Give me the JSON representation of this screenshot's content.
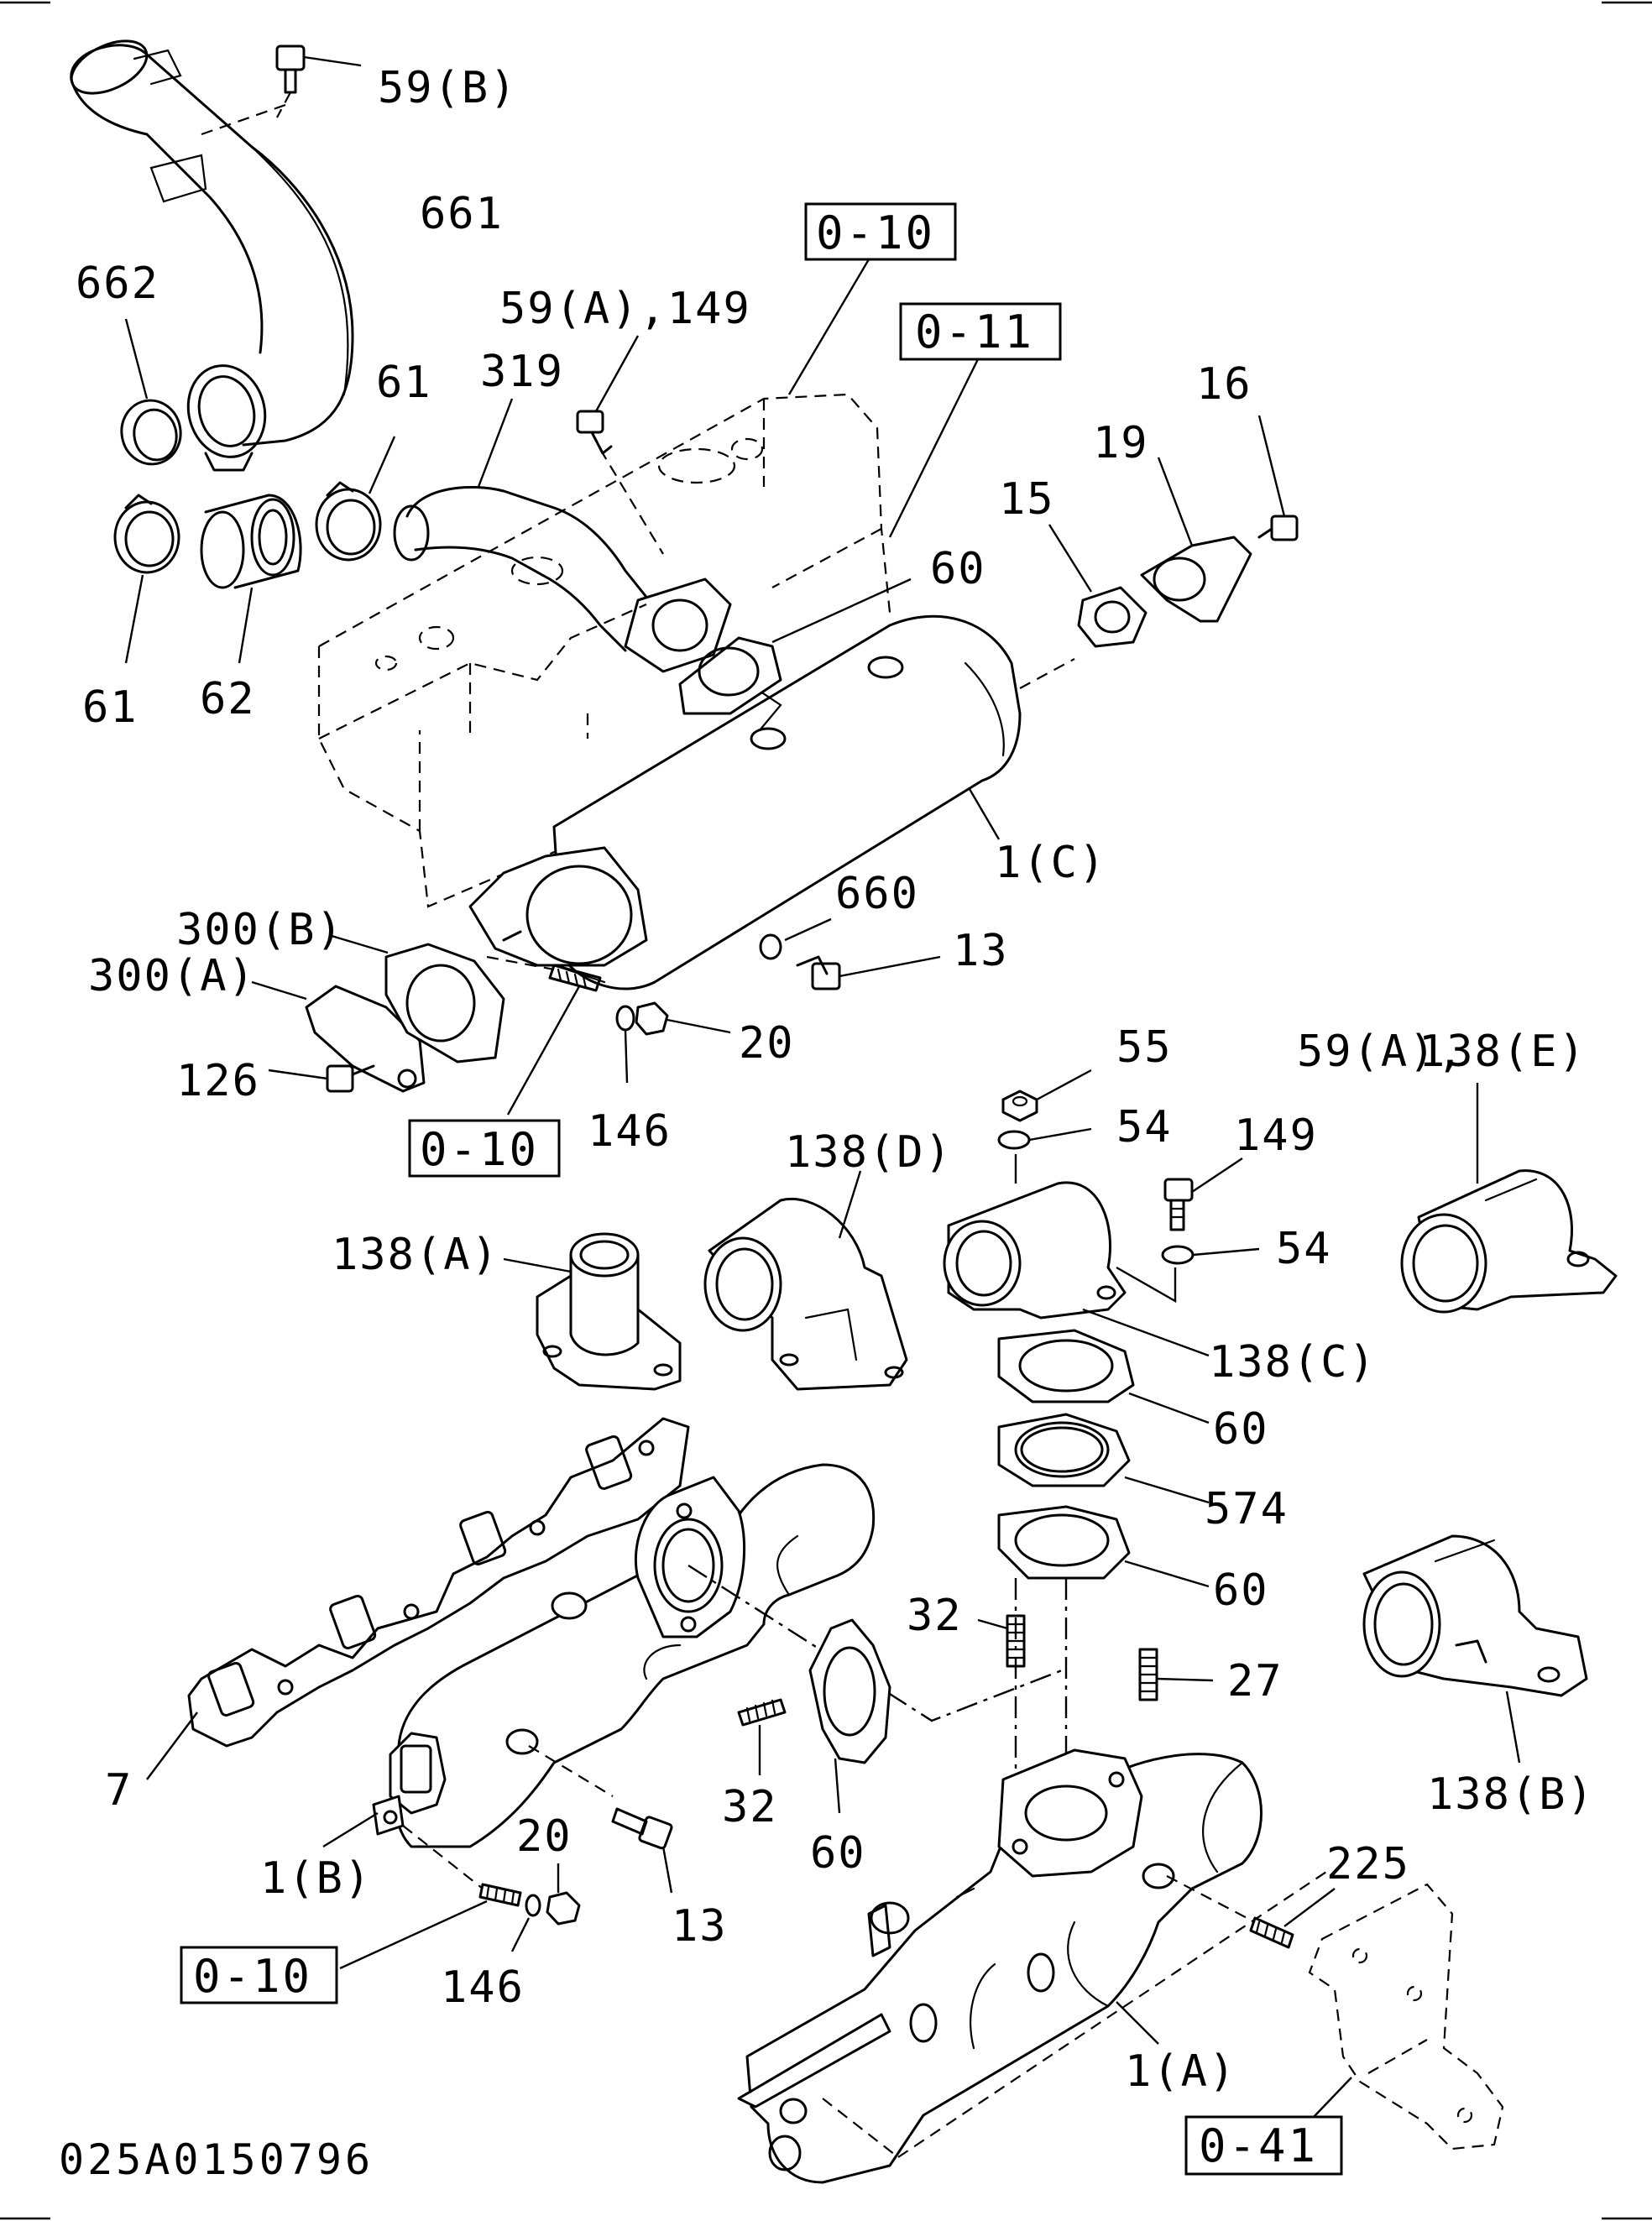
{
  "drawing_code": "025A0150796",
  "labels": {
    "l59b": "59(B)",
    "l661": "661",
    "l662": "662",
    "l59a149_top": "59(A),149",
    "l319": "319",
    "l61_top": "61",
    "l61_bottom": "61",
    "l62": "62",
    "l16": "16",
    "l19": "19",
    "l15": "15",
    "l60_top": "60",
    "l1c": "1(C)",
    "l660": "660",
    "l13_top": "13",
    "l300b": "300(B)",
    "l300a": "300(A)",
    "l20_top": "20",
    "l126": "126",
    "l146_top": "146",
    "l55": "55",
    "l54_a": "54",
    "l59a_right": "59(A),",
    "l138e": "138(E)",
    "l149_right": "149",
    "l138d": "138(D)",
    "l54_b": "54",
    "l138a": "138(A)",
    "l138c": "138(C)",
    "l60_mid": "60",
    "l574": "574",
    "l60_low": "60",
    "l32_top": "32",
    "l27": "27",
    "l7": "7",
    "l138b": "138(B)",
    "l32_bottom": "32",
    "l20_bottom": "20",
    "l1b": "1(B)",
    "l60_bottom": "60",
    "l13_bottom": "13",
    "l225": "225",
    "l146_bottom": "146",
    "l1a": "1(A)"
  },
  "references": {
    "r010_top": "0-10",
    "r011": "0-11",
    "r010_mid": "0-10",
    "r010_bottom": "0-10",
    "r041": "0-41"
  }
}
